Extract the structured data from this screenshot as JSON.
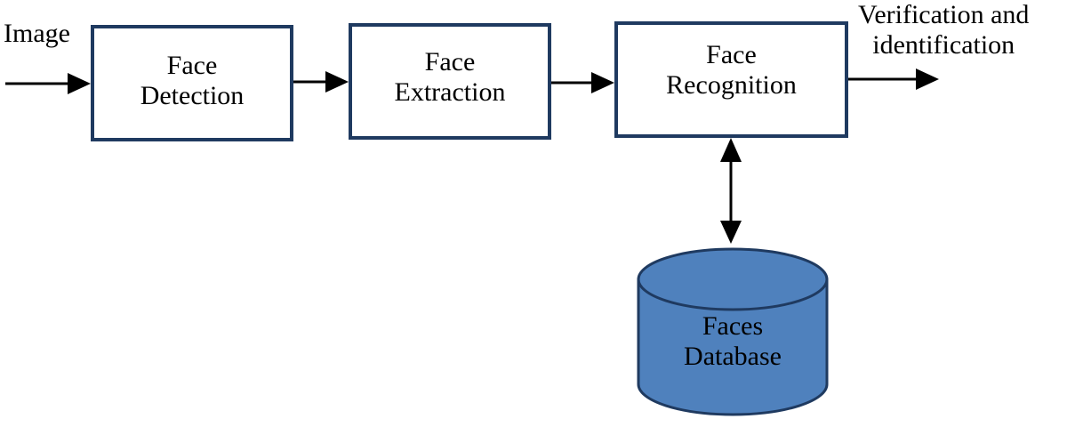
{
  "input_label": "Image",
  "stages": [
    {
      "line1": "Face",
      "line2": "Detection"
    },
    {
      "line1": "Face",
      "line2": "Extraction"
    },
    {
      "line1": "Face",
      "line2": "Recognition"
    }
  ],
  "output_label": {
    "line1": "Verification and",
    "line2": "identification"
  },
  "database": {
    "line1": "Faces",
    "line2": "Database",
    "fill_color": "#4f81bd",
    "stroke_color": "#1f3a60"
  },
  "colors": {
    "box_border": "#1f3a60",
    "arrow": "#000000"
  }
}
